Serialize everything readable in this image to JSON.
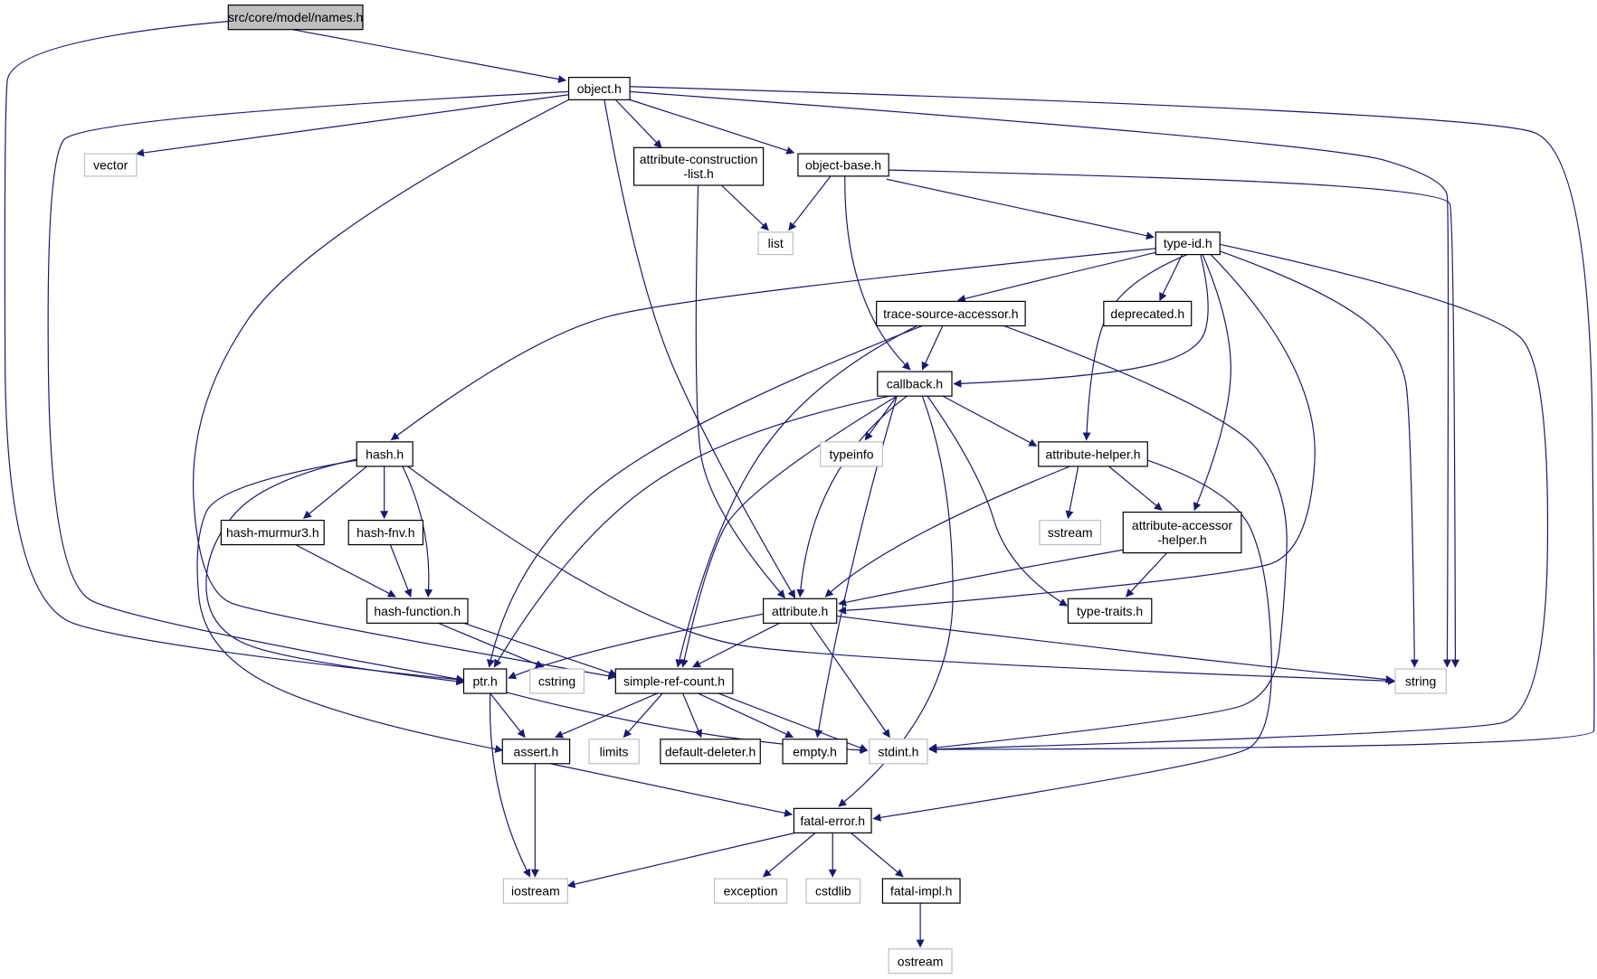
{
  "diagram": {
    "colors": {
      "edge": "#191970",
      "root_fill": "#bfbfbf",
      "local_stroke": "#000000",
      "system_stroke": "#bfbfbf",
      "node_fill": "#ffffff",
      "text": "#000000"
    },
    "nodes": [
      {
        "id": "names",
        "lines": [
          "src/core/model/names.h"
        ],
        "kind": "root"
      },
      {
        "id": "object",
        "lines": [
          "object.h"
        ],
        "kind": "local"
      },
      {
        "id": "vector",
        "lines": [
          "vector"
        ],
        "kind": "system"
      },
      {
        "id": "attr_construction",
        "lines": [
          "attribute-construction",
          "-list.h"
        ],
        "kind": "local"
      },
      {
        "id": "object_base",
        "lines": [
          "object-base.h"
        ],
        "kind": "local"
      },
      {
        "id": "list",
        "lines": [
          "list"
        ],
        "kind": "system"
      },
      {
        "id": "type_id",
        "lines": [
          "type-id.h"
        ],
        "kind": "local"
      },
      {
        "id": "trace_source",
        "lines": [
          "trace-source-accessor.h"
        ],
        "kind": "local"
      },
      {
        "id": "deprecated",
        "lines": [
          "deprecated.h"
        ],
        "kind": "local"
      },
      {
        "id": "callback",
        "lines": [
          "callback.h"
        ],
        "kind": "local"
      },
      {
        "id": "hash",
        "lines": [
          "hash.h"
        ],
        "kind": "local"
      },
      {
        "id": "typeinfo",
        "lines": [
          "typeinfo"
        ],
        "kind": "system"
      },
      {
        "id": "attr_helper",
        "lines": [
          "attribute-helper.h"
        ],
        "kind": "local"
      },
      {
        "id": "murmur3",
        "lines": [
          "hash-murmur3.h"
        ],
        "kind": "local"
      },
      {
        "id": "fnv",
        "lines": [
          "hash-fnv.h"
        ],
        "kind": "local"
      },
      {
        "id": "sstream",
        "lines": [
          "sstream"
        ],
        "kind": "system"
      },
      {
        "id": "attr_accessor",
        "lines": [
          "attribute-accessor",
          "-helper.h"
        ],
        "kind": "local"
      },
      {
        "id": "hash_function",
        "lines": [
          "hash-function.h"
        ],
        "kind": "local"
      },
      {
        "id": "attribute",
        "lines": [
          "attribute.h"
        ],
        "kind": "local"
      },
      {
        "id": "type_traits",
        "lines": [
          "type-traits.h"
        ],
        "kind": "local"
      },
      {
        "id": "ptr",
        "lines": [
          "ptr.h"
        ],
        "kind": "local"
      },
      {
        "id": "cstring",
        "lines": [
          "cstring"
        ],
        "kind": "system"
      },
      {
        "id": "simple_ref",
        "lines": [
          "simple-ref-count.h"
        ],
        "kind": "local"
      },
      {
        "id": "string",
        "lines": [
          "string"
        ],
        "kind": "system"
      },
      {
        "id": "assert",
        "lines": [
          "assert.h"
        ],
        "kind": "local"
      },
      {
        "id": "limits",
        "lines": [
          "limits"
        ],
        "kind": "system"
      },
      {
        "id": "default_deleter",
        "lines": [
          "default-deleter.h"
        ],
        "kind": "local"
      },
      {
        "id": "empty",
        "lines": [
          "empty.h"
        ],
        "kind": "local"
      },
      {
        "id": "stdint",
        "lines": [
          "stdint.h"
        ],
        "kind": "system"
      },
      {
        "id": "fatal_error",
        "lines": [
          "fatal-error.h"
        ],
        "kind": "local"
      },
      {
        "id": "iostream",
        "lines": [
          "iostream"
        ],
        "kind": "system"
      },
      {
        "id": "exception",
        "lines": [
          "exception"
        ],
        "kind": "system"
      },
      {
        "id": "cstdlib",
        "lines": [
          "cstdlib"
        ],
        "kind": "system"
      },
      {
        "id": "fatal_impl",
        "lines": [
          "fatal-impl.h"
        ],
        "kind": "local"
      },
      {
        "id": "ostream",
        "lines": [
          "ostream"
        ],
        "kind": "system"
      }
    ],
    "edges": [
      {
        "from": "names",
        "to": "object"
      },
      {
        "from": "names",
        "to": "ptr"
      },
      {
        "from": "object",
        "to": "vector"
      },
      {
        "from": "object",
        "to": "attr_construction"
      },
      {
        "from": "object",
        "to": "object_base"
      },
      {
        "from": "object",
        "to": "string"
      },
      {
        "from": "object",
        "to": "stdint"
      },
      {
        "from": "object",
        "to": "ptr"
      },
      {
        "from": "object",
        "to": "attribute"
      },
      {
        "from": "object",
        "to": "simple_ref"
      },
      {
        "from": "attr_construction",
        "to": "list"
      },
      {
        "from": "attr_construction",
        "to": "attribute"
      },
      {
        "from": "object_base",
        "to": "list"
      },
      {
        "from": "object_base",
        "to": "type_id"
      },
      {
        "from": "object_base",
        "to": "callback"
      },
      {
        "from": "object_base",
        "to": "string"
      },
      {
        "from": "type_id",
        "to": "trace_source"
      },
      {
        "from": "type_id",
        "to": "deprecated"
      },
      {
        "from": "type_id",
        "to": "callback"
      },
      {
        "from": "type_id",
        "to": "hash"
      },
      {
        "from": "type_id",
        "to": "attr_helper"
      },
      {
        "from": "type_id",
        "to": "attr_accessor"
      },
      {
        "from": "type_id",
        "to": "attribute"
      },
      {
        "from": "type_id",
        "to": "string"
      },
      {
        "from": "type_id",
        "to": "stdint"
      },
      {
        "from": "trace_source",
        "to": "callback"
      },
      {
        "from": "trace_source",
        "to": "ptr"
      },
      {
        "from": "trace_source",
        "to": "simple_ref"
      },
      {
        "from": "trace_source",
        "to": "stdint"
      },
      {
        "from": "callback",
        "to": "typeinfo"
      },
      {
        "from": "callback",
        "to": "attr_helper"
      },
      {
        "from": "callback",
        "to": "attribute"
      },
      {
        "from": "callback",
        "to": "type_traits"
      },
      {
        "from": "callback",
        "to": "ptr"
      },
      {
        "from": "callback",
        "to": "simple_ref"
      },
      {
        "from": "callback",
        "to": "empty"
      },
      {
        "from": "callback",
        "to": "fatal_error"
      },
      {
        "from": "hash",
        "to": "murmur3"
      },
      {
        "from": "hash",
        "to": "fnv"
      },
      {
        "from": "hash",
        "to": "hash_function"
      },
      {
        "from": "hash",
        "to": "string"
      },
      {
        "from": "hash",
        "to": "ptr"
      },
      {
        "from": "hash",
        "to": "assert"
      },
      {
        "from": "murmur3",
        "to": "hash_function"
      },
      {
        "from": "fnv",
        "to": "hash_function"
      },
      {
        "from": "hash_function",
        "to": "cstring"
      },
      {
        "from": "hash_function",
        "to": "simple_ref"
      },
      {
        "from": "attr_helper",
        "to": "sstream"
      },
      {
        "from": "attr_helper",
        "to": "attr_accessor"
      },
      {
        "from": "attr_helper",
        "to": "attribute"
      },
      {
        "from": "attr_helper",
        "to": "fatal_error"
      },
      {
        "from": "attr_accessor",
        "to": "attribute"
      },
      {
        "from": "attr_accessor",
        "to": "type_traits"
      },
      {
        "from": "attribute",
        "to": "ptr"
      },
      {
        "from": "attribute",
        "to": "simple_ref"
      },
      {
        "from": "attribute",
        "to": "string"
      },
      {
        "from": "attribute",
        "to": "stdint"
      },
      {
        "from": "ptr",
        "to": "assert"
      },
      {
        "from": "ptr",
        "to": "iostream"
      },
      {
        "from": "ptr",
        "to": "stdint"
      },
      {
        "from": "simple_ref",
        "to": "assert"
      },
      {
        "from": "simple_ref",
        "to": "limits"
      },
      {
        "from": "simple_ref",
        "to": "default_deleter"
      },
      {
        "from": "simple_ref",
        "to": "empty"
      },
      {
        "from": "simple_ref",
        "to": "stdint"
      },
      {
        "from": "assert",
        "to": "iostream"
      },
      {
        "from": "assert",
        "to": "fatal_error"
      },
      {
        "from": "fatal_error",
        "to": "iostream"
      },
      {
        "from": "fatal_error",
        "to": "exception"
      },
      {
        "from": "fatal_error",
        "to": "cstdlib"
      },
      {
        "from": "fatal_error",
        "to": "fatal_impl"
      },
      {
        "from": "fatal_impl",
        "to": "ostream"
      }
    ]
  }
}
